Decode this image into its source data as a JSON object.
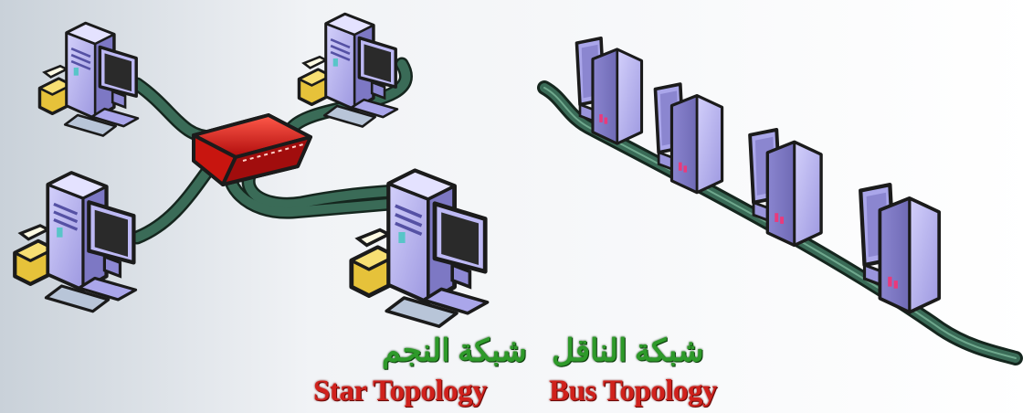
{
  "labels": {
    "star_arabic": "شبكة النجم",
    "star_english": "Star Topology",
    "bus_arabic": "شبكة الناقل",
    "bus_english": "Bus Topology"
  },
  "colors": {
    "cable": "#2f5a47",
    "hub": "#d41a1a",
    "computer_body": "#b7b3ee",
    "printer": "#e6c23a",
    "arabic_text": "#2e9a2a",
    "english_text": "#d0211c"
  },
  "icons": {
    "computer": "desktop-computer-icon",
    "hub": "network-hub-icon",
    "printer": "printer-icon"
  }
}
